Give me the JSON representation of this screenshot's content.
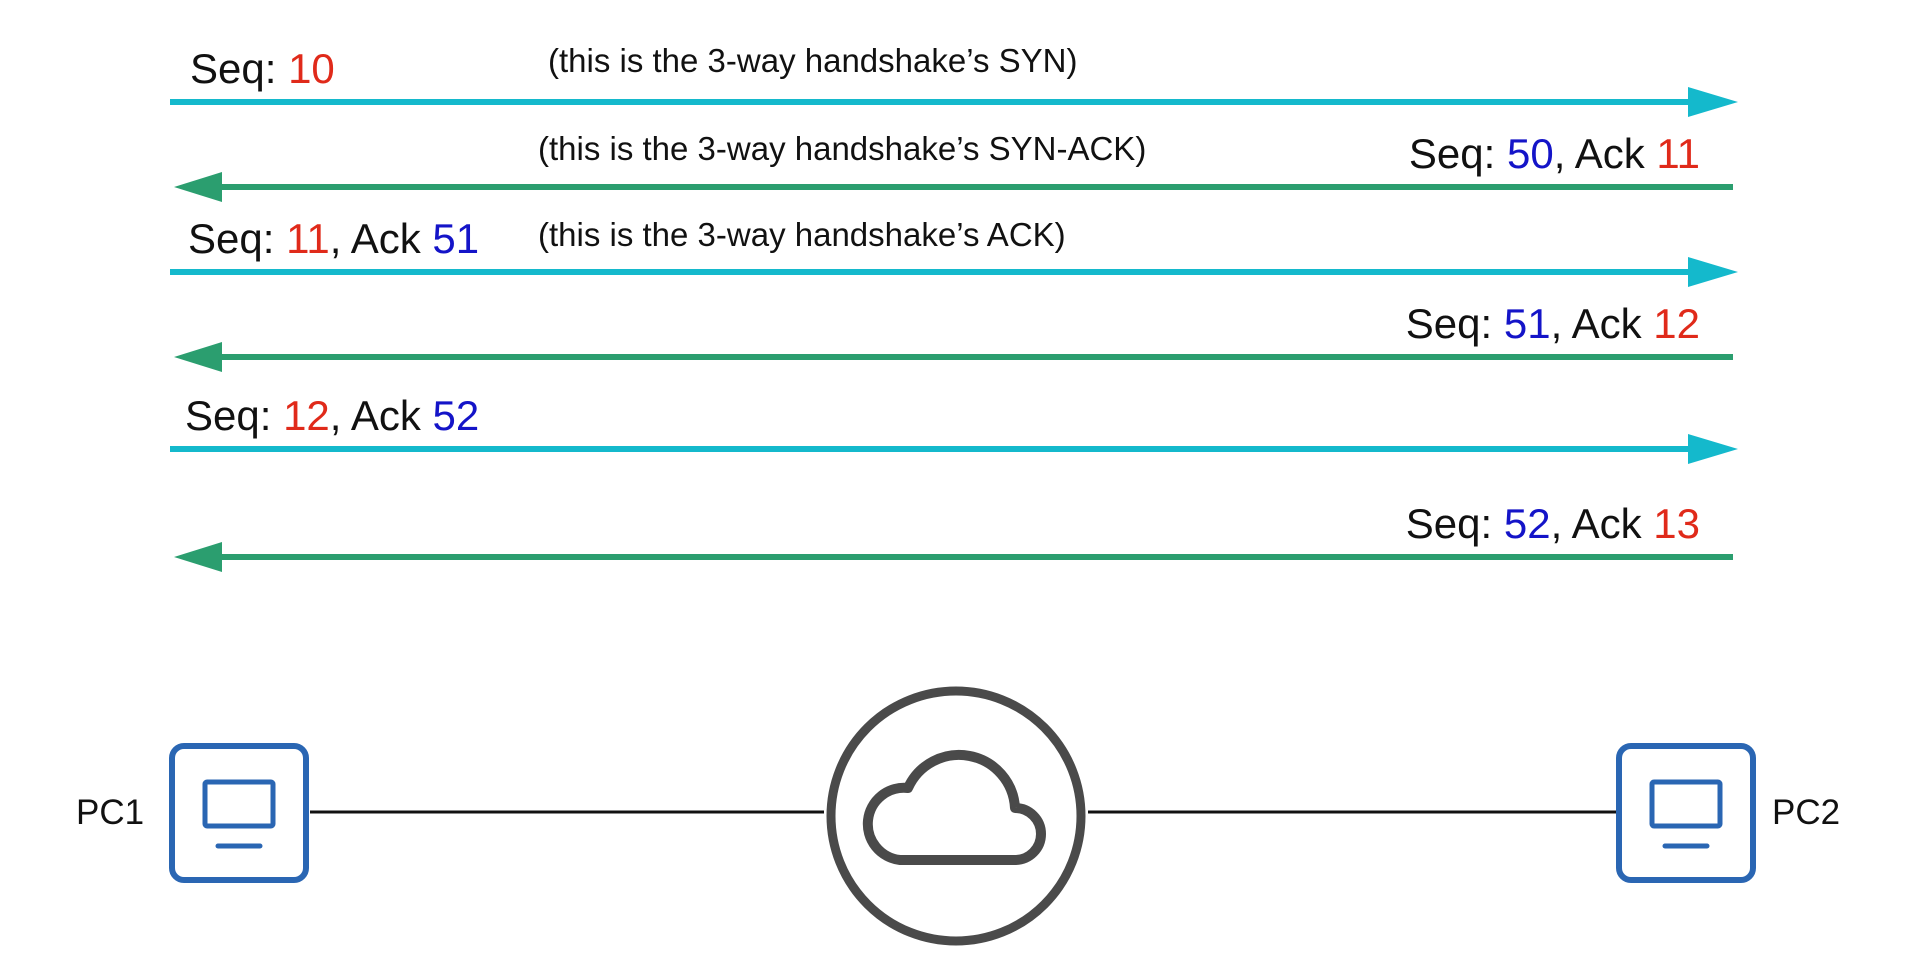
{
  "colors": {
    "pc1_to_pc2_arrow": "#14b9cc",
    "pc2_to_pc1_arrow": "#2b9e6f",
    "pc1_number": "#e02a1a",
    "pc2_number": "#1414c8",
    "text": "#111111",
    "pc_icon": "#2a66b3",
    "cloud_icon": "#4a4a4a",
    "link_line": "#111111"
  },
  "messages": [
    {
      "direction": "pc1-to-pc2",
      "seq_prefix": "Seq: ",
      "seq": "10",
      "note": "(this is the 3-way handshake’s SYN)"
    },
    {
      "direction": "pc2-to-pc1",
      "seq_prefix": "Seq: ",
      "seq": "50",
      "ack_prefix": ", Ack ",
      "ack": "11",
      "note": "(this is the 3-way handshake’s SYN-ACK)"
    },
    {
      "direction": "pc1-to-pc2",
      "seq_prefix": "Seq: ",
      "seq": "11",
      "ack_prefix": ", Ack ",
      "ack": "51",
      "note": "(this is the 3-way handshake’s ACK)"
    },
    {
      "direction": "pc2-to-pc1",
      "seq_prefix": "Seq: ",
      "seq": "51",
      "ack_prefix": ", Ack ",
      "ack": "12"
    },
    {
      "direction": "pc1-to-pc2",
      "seq_prefix": "Seq: ",
      "seq": "12",
      "ack_prefix": ", Ack ",
      "ack": "52"
    },
    {
      "direction": "pc2-to-pc1",
      "seq_prefix": "Seq: ",
      "seq": "52",
      "ack_prefix": ", Ack ",
      "ack": "13"
    }
  ],
  "topology": {
    "left_host": {
      "label": "PC1",
      "icon": "computer-icon"
    },
    "network": {
      "icon": "cloud-icon"
    },
    "right_host": {
      "label": "PC2",
      "icon": "computer-icon"
    }
  }
}
